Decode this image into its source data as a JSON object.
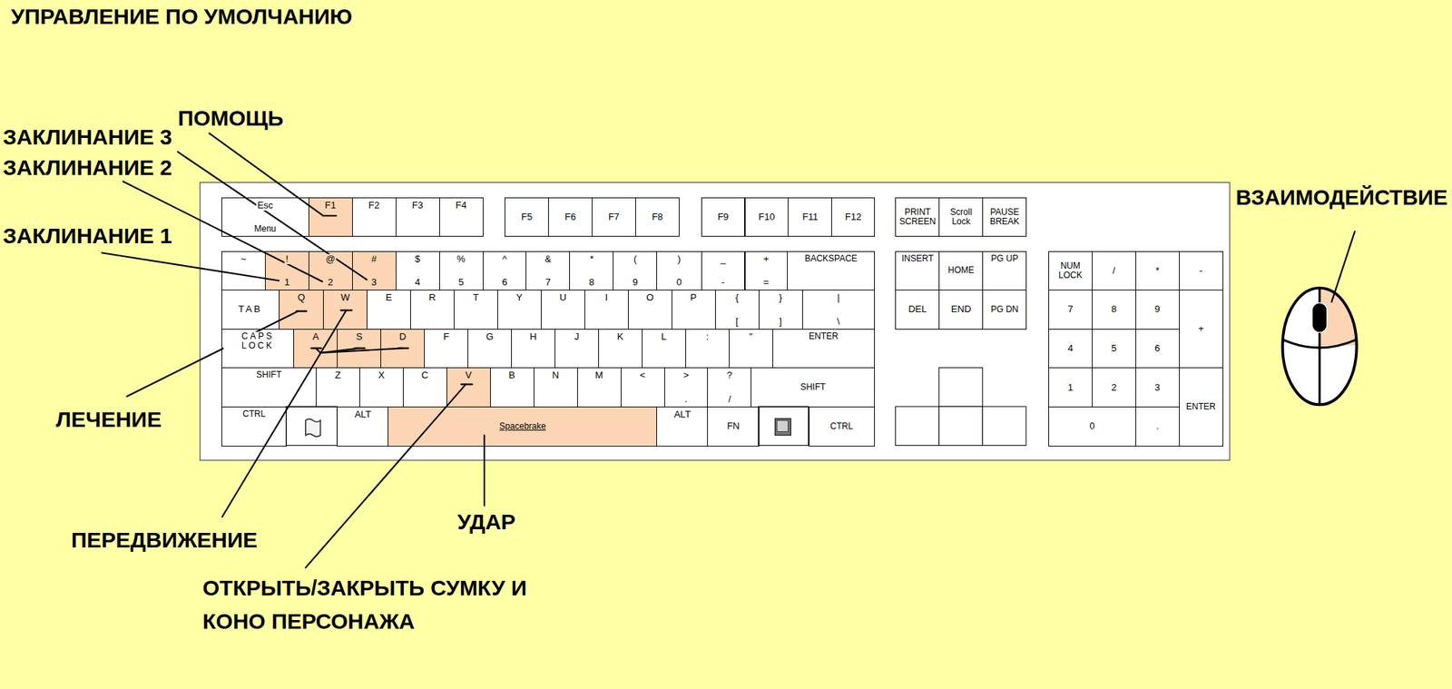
{
  "diagram": {
    "title": "УПРАВЛЕНИЕ ПО УМОЛЧАНИЮ",
    "nodes": [
      {
        "text": [
          "Esc",
          "Menu"
        ]
      },
      {
        "text": [
          "F1"
        ]
      },
      {
        "text": [
          "F2"
        ]
      },
      {
        "text": [
          "F3"
        ]
      },
      {
        "text": [
          "F4"
        ]
      },
      {
        "text": [
          "F5"
        ]
      },
      {
        "text": [
          "F6"
        ]
      },
      {
        "text": [
          "F7"
        ]
      },
      {
        "text": [
          "F8"
        ]
      },
      {
        "text": [
          "F9"
        ]
      },
      {
        "text": [
          "F10"
        ]
      },
      {
        "text": [
          "F11"
        ]
      },
      {
        "text": [
          "F12"
        ]
      },
      {
        "text": [
          "PRINT SCREEN"
        ]
      },
      {
        "text": [
          "Scroll Lock"
        ]
      },
      {
        "text": [
          "PAUSE BREAK"
        ]
      },
      {
        "text": [
          "~"
        ]
      },
      {
        "text": [
          "!",
          "1"
        ]
      },
      {
        "text": [
          "@",
          "2"
        ]
      },
      {
        "text": [
          "#",
          "3"
        ]
      },
      {
        "text": [
          "$",
          "4"
        ]
      },
      {
        "text": [
          "%",
          "5"
        ]
      },
      {
        "text": [
          "^",
          "6"
        ]
      },
      {
        "text": [
          "&",
          "7"
        ]
      },
      {
        "text": [
          "*",
          "8"
        ]
      },
      {
        "text": [
          "(",
          "9"
        ]
      },
      {
        "text": [
          ")",
          "0"
        ]
      },
      {
        "text": [
          "_",
          "-"
        ]
      },
      {
        "text": [
          "+",
          "="
        ]
      },
      {
        "text": [
          "BACKSPACE"
        ]
      },
      {
        "text": [
          "INSERT"
        ]
      },
      {
        "text": [
          "HOME"
        ]
      },
      {
        "text": [
          "PG UP"
        ]
      },
      {
        "text": [
          "NUM LOCK"
        ]
      },
      {
        "text": [
          "/"
        ]
      },
      {
        "text": [
          "*"
        ]
      },
      {
        "text": [
          "-"
        ]
      },
      {
        "text": [
          "TAB"
        ]
      },
      {
        "text": [
          "Q"
        ]
      },
      {
        "text": [
          "W"
        ]
      },
      {
        "text": [
          "E"
        ]
      },
      {
        "text": [
          "R"
        ]
      },
      {
        "text": [
          "T"
        ]
      },
      {
        "text": [
          "Y"
        ]
      },
      {
        "text": [
          "U"
        ]
      },
      {
        "text": [
          "I"
        ]
      },
      {
        "text": [
          "O"
        ]
      },
      {
        "text": [
          "P"
        ]
      },
      {
        "text": [
          "{",
          "["
        ]
      },
      {
        "text": [
          "}",
          "]"
        ]
      },
      {
        "text": [
          "|",
          "\\"
        ]
      },
      {
        "text": [
          "DEL"
        ]
      },
      {
        "text": [
          "END"
        ]
      },
      {
        "text": [
          "PG DN"
        ]
      },
      {
        "text": [
          "7"
        ]
      },
      {
        "text": [
          "8"
        ]
      },
      {
        "text": [
          "9"
        ]
      },
      {
        "text": [
          "+"
        ]
      },
      {
        "text": [
          "CAPS LOCK"
        ]
      },
      {
        "text": [
          "A"
        ]
      },
      {
        "text": [
          "S"
        ]
      },
      {
        "text": [
          "D"
        ]
      },
      {
        "text": [
          "F"
        ]
      },
      {
        "text": [
          "G"
        ]
      },
      {
        "text": [
          "H"
        ]
      },
      {
        "text": [
          "J"
        ]
      },
      {
        "text": [
          "K"
        ]
      },
      {
        "text": [
          "L"
        ]
      },
      {
        "text": [
          ":"
        ]
      },
      {
        "text": [
          "\""
        ]
      },
      {
        "text": [
          "ENTER"
        ]
      },
      {
        "text": [
          "4"
        ]
      },
      {
        "text": [
          "5"
        ]
      },
      {
        "text": [
          "6"
        ]
      },
      {
        "text": [
          "SHIFT"
        ]
      },
      {
        "text": [
          "Z"
        ]
      },
      {
        "text": [
          "X"
        ]
      },
      {
        "text": [
          "C"
        ]
      },
      {
        "text": [
          "V"
        ]
      },
      {
        "text": [
          "B"
        ]
      },
      {
        "text": [
          "N"
        ]
      },
      {
        "text": [
          "M"
        ]
      },
      {
        "text": [
          "<"
        ]
      },
      {
        "text": [
          ">",
          "."
        ]
      },
      {
        "text": [
          "?",
          "/"
        ]
      },
      {
        "text": [
          "SHIFT"
        ]
      },
      {
        "text": [
          "1"
        ]
      },
      {
        "text": [
          "2"
        ]
      },
      {
        "text": [
          "3"
        ]
      },
      {
        "text": [
          "ENTER"
        ]
      },
      {
        "text": [
          "CTRL"
        ]
      },
      {
        "text": [
          "ALT"
        ]
      },
      {
        "text": [
          "Spacebrake"
        ]
      },
      {
        "text": [
          "ALT"
        ]
      },
      {
        "text": [
          "FN"
        ]
      },
      {
        "text": [
          "CTRL"
        ]
      },
      {
        "text": [
          "0"
        ]
      },
      {
        "text": [
          "."
        ]
      }
    ],
    "labels": [
      "ПОМОЩЬ",
      "ЗАКЛИНАНИЕ 3",
      "ЗАКЛИНАНИЕ 2",
      "ВЗАИМОДЕЙСТВИЕ",
      "ЗАКЛИНАНИЕ 1",
      "ЛЕЧЕНИЕ",
      "УДАР",
      "ПЕРЕДВИЖЕНИЕ",
      "ОТКРЫТЬ/ЗАКРЫТЬ СУМКУ И КОНО ПЕРСОНАЖА"
    ]
  }
}
